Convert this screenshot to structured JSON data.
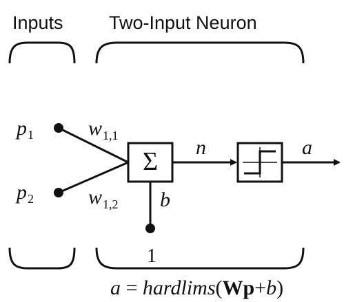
{
  "headers": {
    "inputs": "Inputs",
    "neuron": "Two-Input Neuron"
  },
  "inputs": {
    "p1": {
      "symbol": "p",
      "subscript": "1"
    },
    "p2": {
      "symbol": "p",
      "subscript": "2"
    }
  },
  "weights": {
    "w11": {
      "symbol": "w",
      "subscript": "1,1"
    },
    "w12": {
      "symbol": "w",
      "subscript": "1,2"
    }
  },
  "summation": {
    "symbol": "Σ"
  },
  "bias": {
    "label": "b",
    "input_value": "1"
  },
  "net_input": {
    "label": "n"
  },
  "transfer": {
    "icon": "hard-limit-step-icon"
  },
  "output": {
    "label": "a"
  },
  "equation": {
    "lhs": "a",
    "equals": " = ",
    "func": "hardlims",
    "open": "(",
    "W": "W",
    "p": "p",
    "plus": "+",
    "b": "b",
    "close": ")"
  }
}
